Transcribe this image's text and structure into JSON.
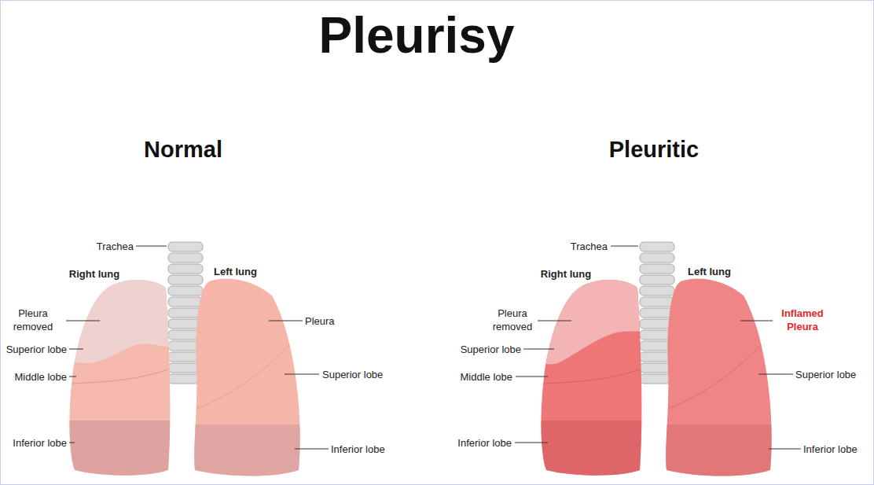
{
  "diagram": {
    "title": "Pleurisy",
    "labels": [
      "Normal",
      "Pleuritic",
      "Trachea",
      "Right lung",
      "Left lung",
      "Pleura removed",
      "Superior lobe",
      "Middle lobe",
      "Inferior lobe",
      "Pleura",
      "Superior lobe",
      "Inferior lobe",
      "Trachea",
      "Right lung",
      "Left lung",
      "Pleura removed",
      "Superior lobe",
      "Middle lobe",
      "Inferior lobe",
      "Inflamed Pleura",
      "Superior lobe",
      "Inferior lobe"
    ]
  }
}
